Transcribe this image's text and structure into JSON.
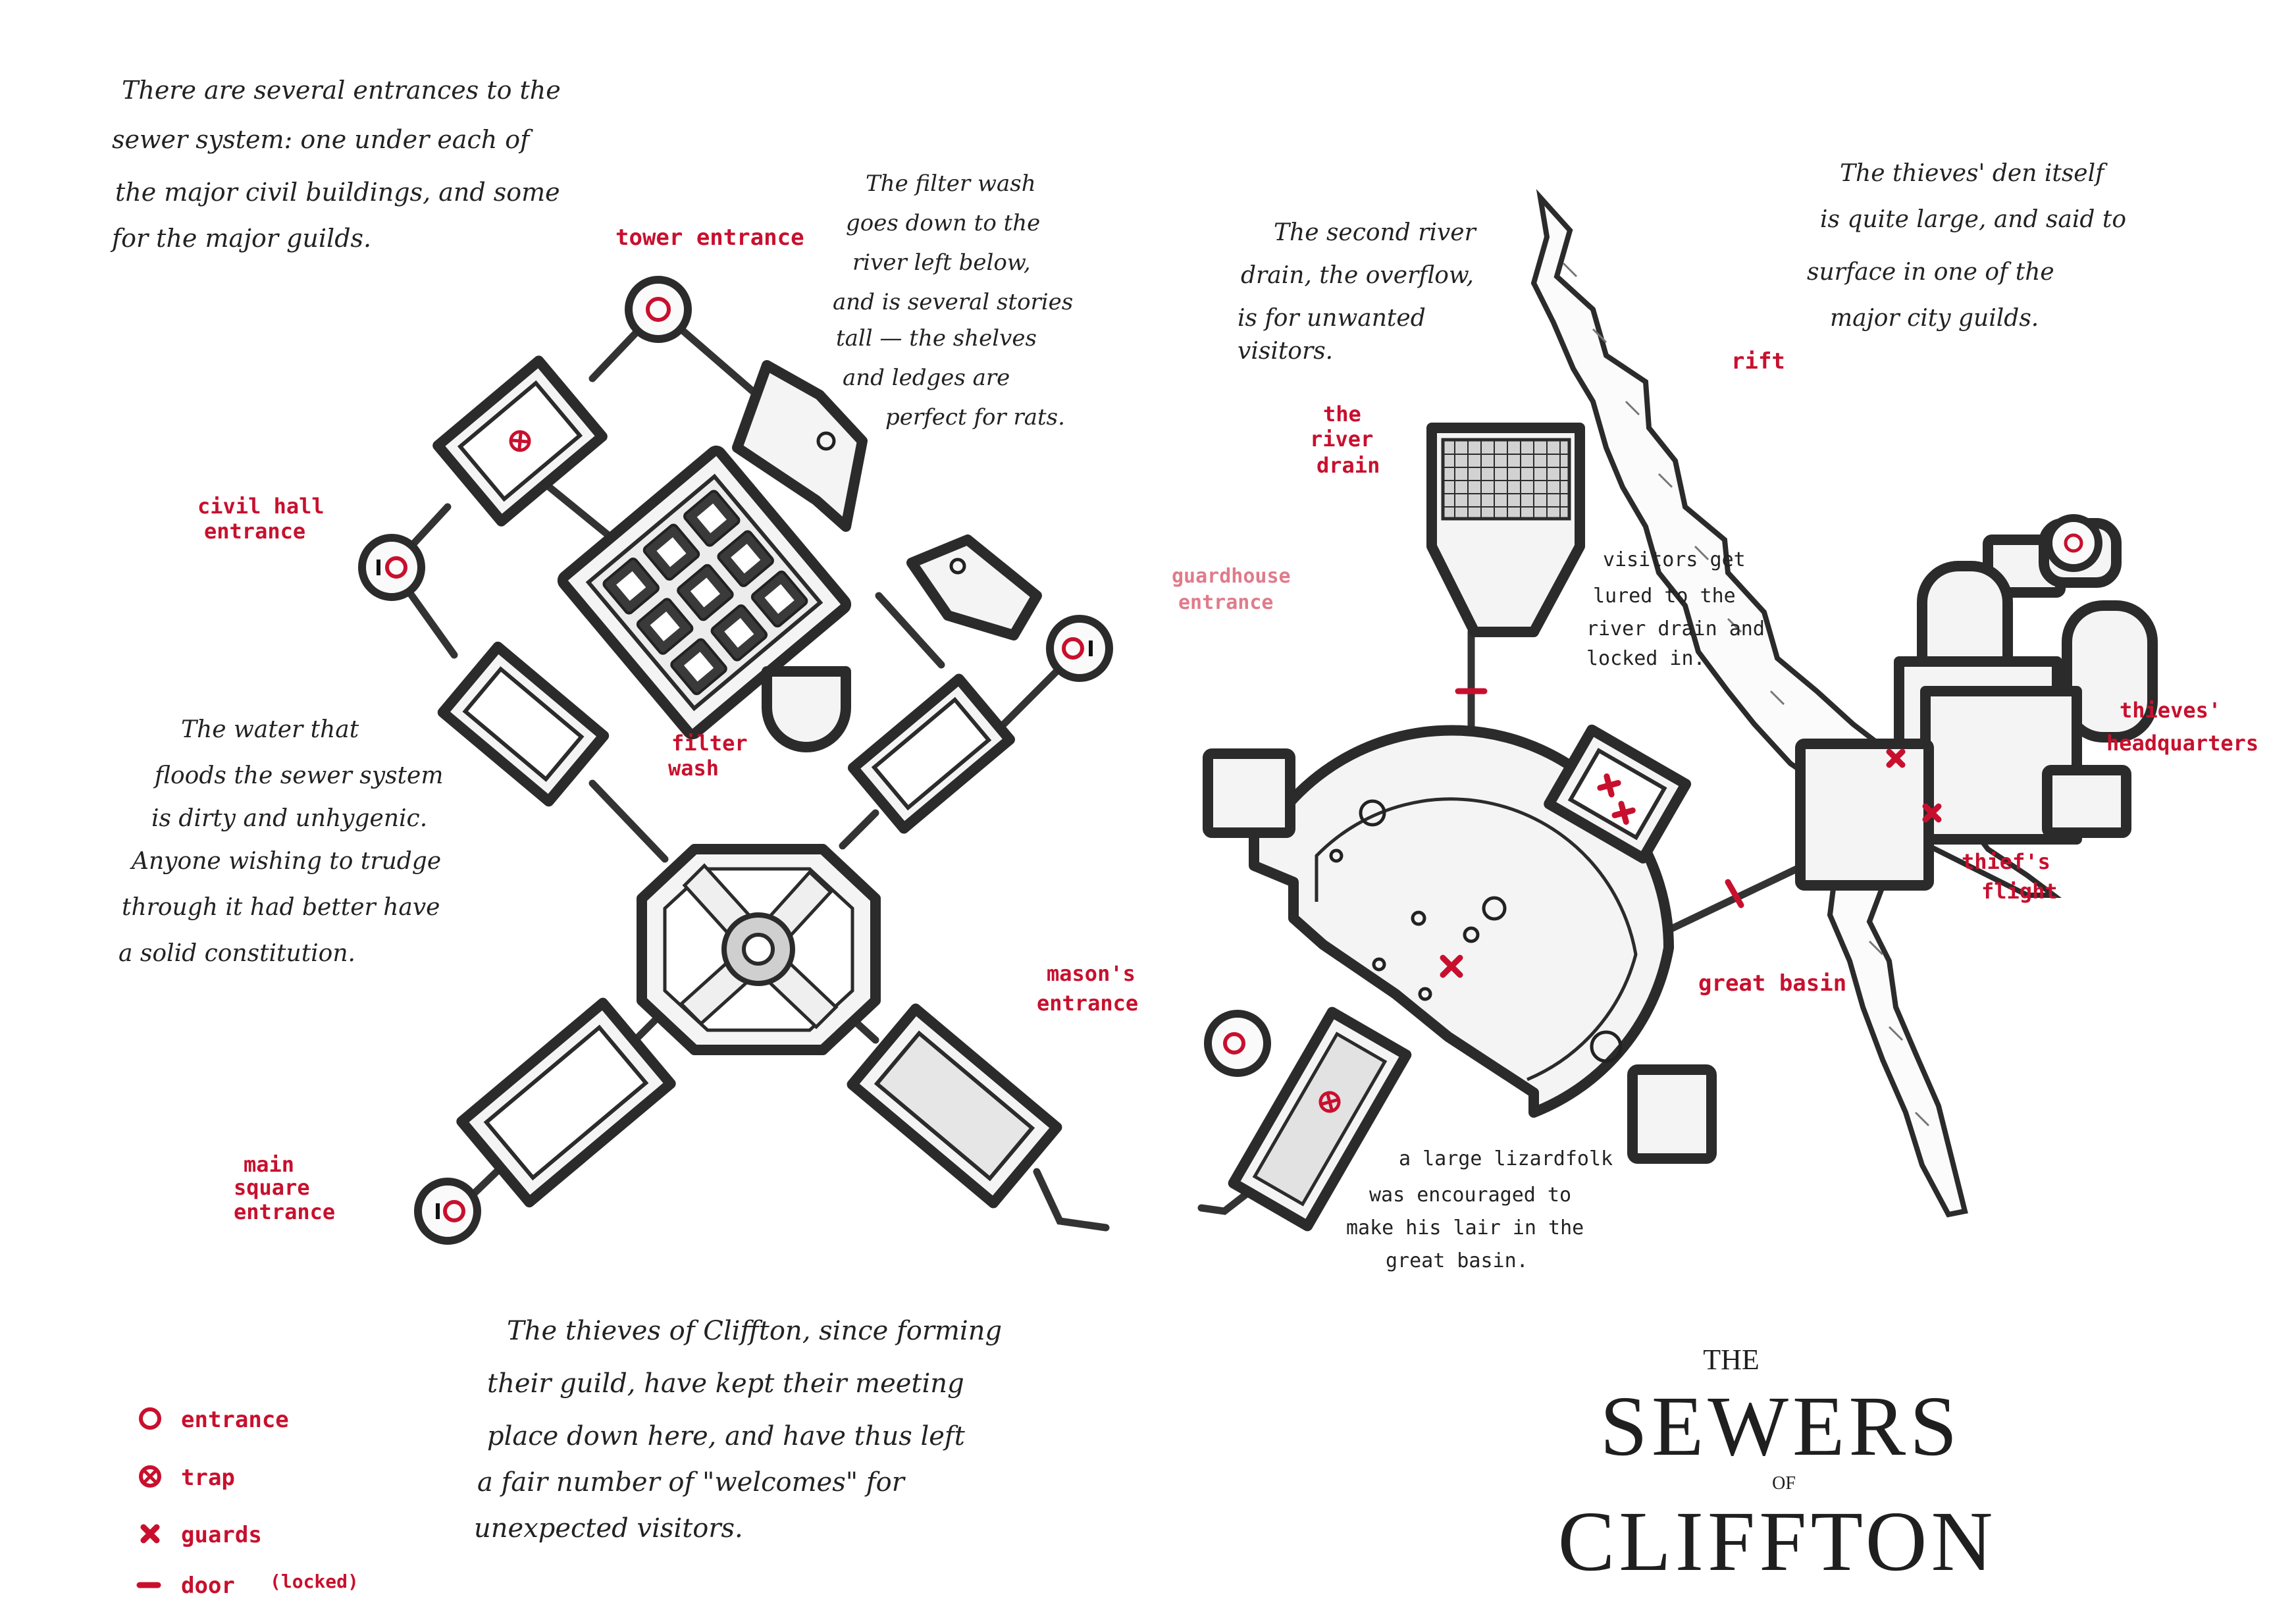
{
  "title": {
    "the": "THE",
    "main": "SEWERS",
    "of": "OF",
    "place": "CLIFFTON"
  },
  "notes": {
    "entrances": [
      "There are several entrances to the",
      "sewer system: one under each of",
      "the major civil buildings, and some",
      "for the major guilds."
    ],
    "filter": [
      "The filter wash",
      "goes down to the",
      "river left below,",
      "and is several stories",
      "tall — the shelves",
      "and ledges are",
      "perfect for rats."
    ],
    "water": [
      "The water that",
      "floods the sewer system",
      "is dirty and unhygenic.",
      "Anyone wishing to trudge",
      "through it had better have",
      "a solid constitution."
    ],
    "thieves": [
      "The thieves of Cliffton, since forming",
      "their guild, have kept their meeting",
      "place down here, and have thus left",
      "a fair number of \"welcomes\" for",
      "unexpected visitors."
    ],
    "overflow": [
      "The second river",
      "drain, the overflow,",
      "is for unwanted",
      "visitors."
    ],
    "den": [
      "The thieves' den itself",
      "is quite large, and said to",
      "surface in one of the",
      "major city guilds."
    ],
    "visitors": [
      "visitors get",
      "lured to the",
      "river drain and",
      "locked in."
    ],
    "lizard": [
      "a large lizardfolk",
      "was encouraged to",
      "make his lair in the",
      "great basin."
    ]
  },
  "labels": {
    "tower": "tower entrance",
    "civil": [
      "civil hall",
      "entrance"
    ],
    "filter": [
      "filter",
      "wash"
    ],
    "mason": [
      "mason's",
      "entrance"
    ],
    "main": [
      "main",
      "square",
      "entrance"
    ],
    "river": [
      "the",
      "river",
      "drain"
    ],
    "guardhouse": [
      "guardhouse",
      "entrance"
    ],
    "rift": "rift",
    "hq": [
      "thieves'",
      "headquarters"
    ],
    "flight": [
      "thief's",
      "flight"
    ],
    "basin": "great basin"
  },
  "legend": {
    "entrance": "entrance",
    "trap": "trap",
    "guards": "guards",
    "door": "door",
    "door_note": "(locked)"
  },
  "colors": {
    "ink": "#2b2b2b",
    "annotation_red": "#c8102e",
    "paper": "#ffffff"
  }
}
